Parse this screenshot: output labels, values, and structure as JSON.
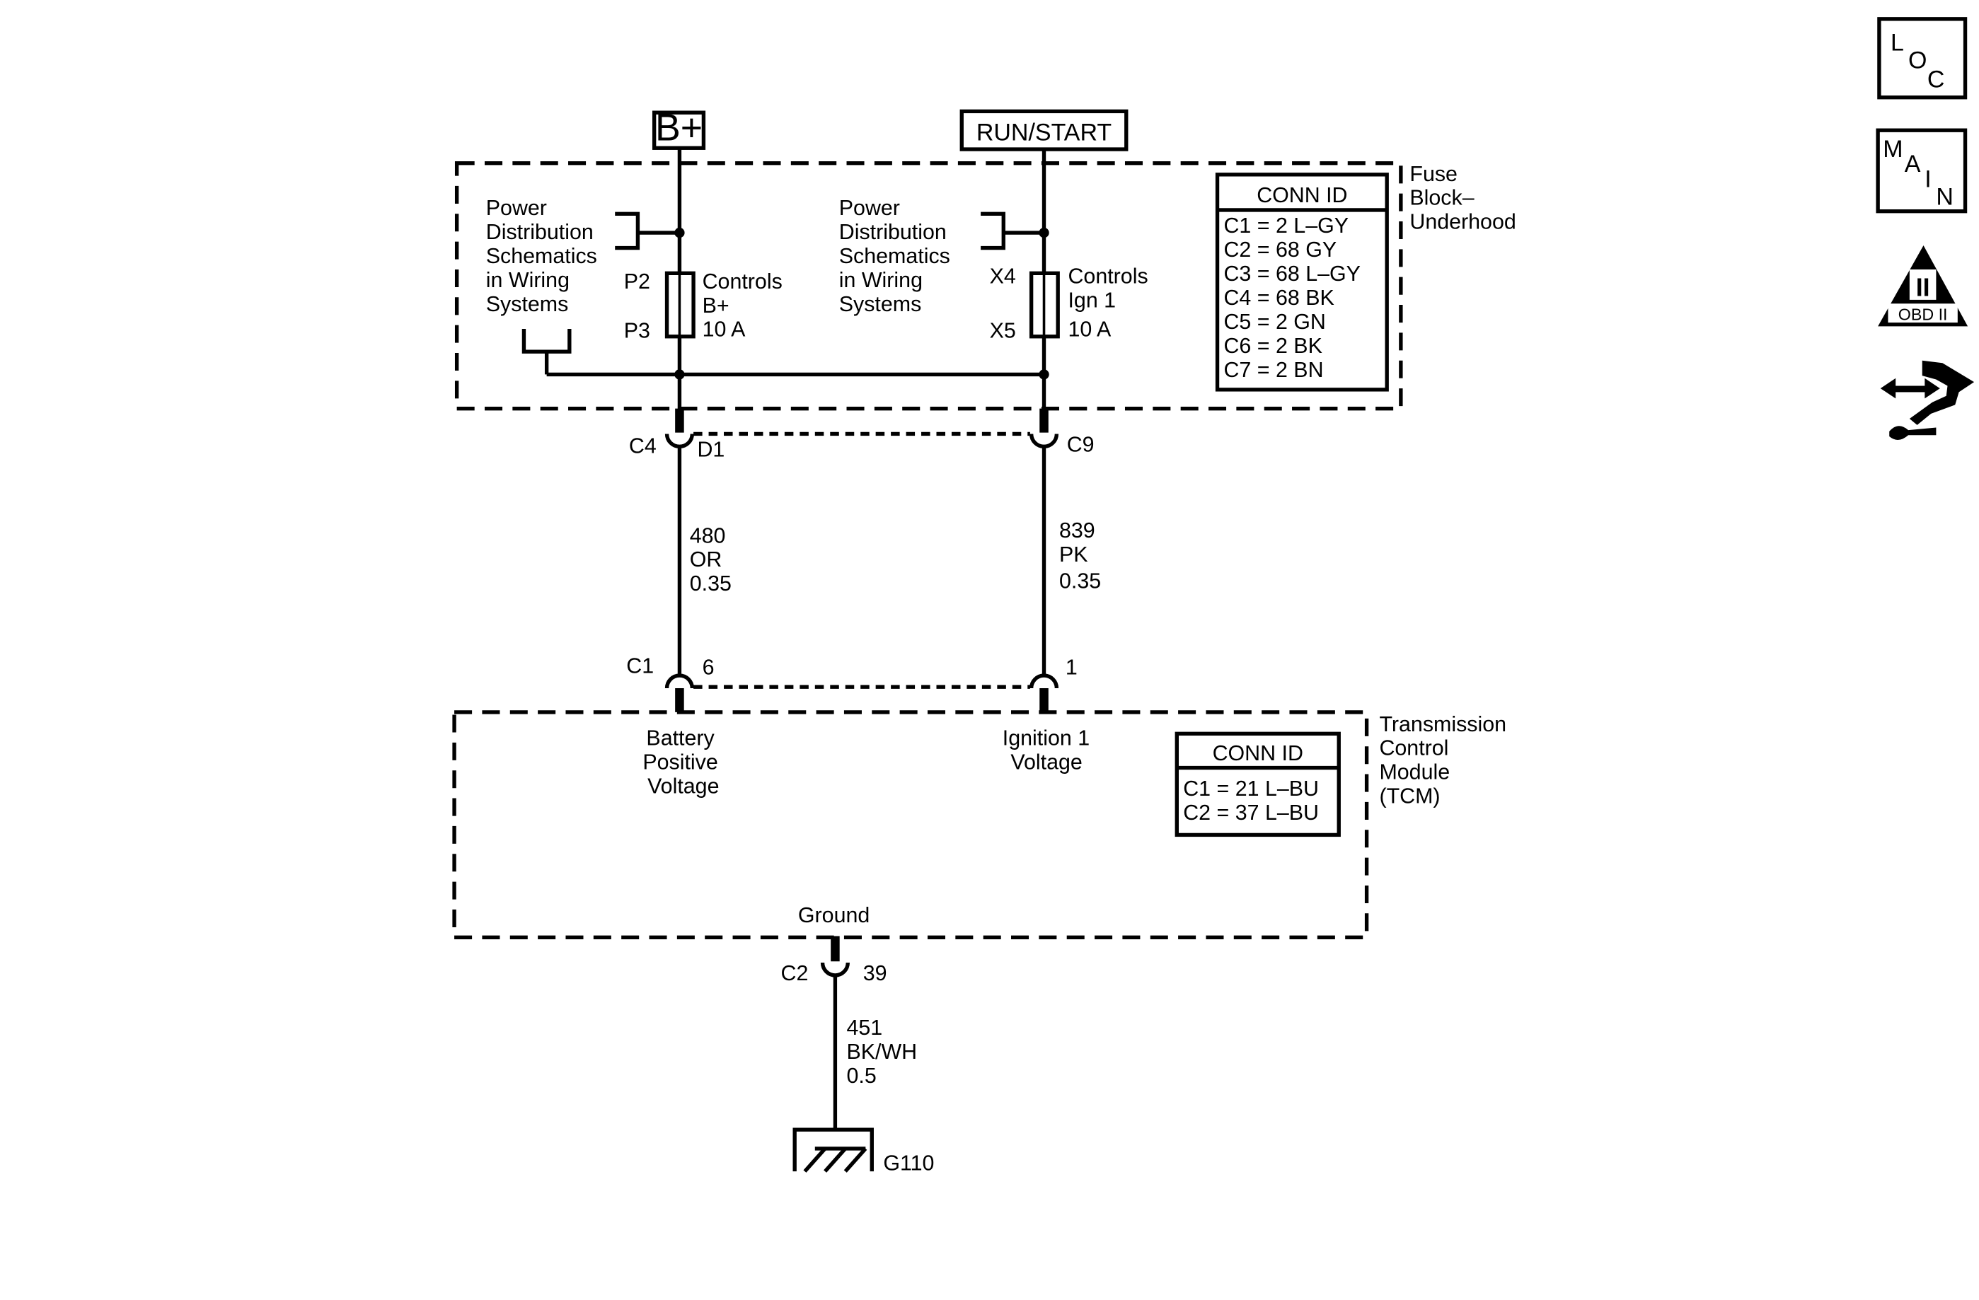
{
  "sources": {
    "bplus": "B+",
    "run_start": "RUN/START"
  },
  "fuse_block": {
    "title_lines": [
      "Fuse",
      "Block–",
      "Underhood"
    ],
    "left_ref_lines": [
      "Power",
      "Distribution",
      "Schematics",
      "in Wiring",
      "Systems"
    ],
    "right_ref_lines": [
      "Power",
      "Distribution",
      "Schematics",
      "in Wiring",
      "Systems"
    ],
    "fuse_b": {
      "pin_top": "P2",
      "pin_bottom": "P3",
      "label_lines": [
        "Controls",
        "B+",
        "10 A"
      ]
    },
    "fuse_ign": {
      "pin_top": "X4",
      "pin_bottom": "X5",
      "label_lines": [
        "Controls",
        "Ign 1",
        "10 A"
      ]
    },
    "conn_id": {
      "header": "CONN ID",
      "rows": [
        "C1 = 2 L–GY",
        "C2 = 68 GY",
        "C3 = 68 L–GY",
        "C4 = 68 BK",
        "C5 = 2 GN",
        "C6 = 2 BK",
        "C7 = 2 BN"
      ]
    },
    "connectors": {
      "left_conn": "C4",
      "left_pin": "D1",
      "right_conn": "C9"
    }
  },
  "wires": {
    "left": {
      "circuit": "480",
      "color": "OR",
      "gauge": "0.35"
    },
    "right": {
      "circuit": "839",
      "color": "PK",
      "gauge": "0.35"
    },
    "ground": {
      "circuit": "451",
      "color": "BK/WH",
      "gauge": "0.5"
    }
  },
  "tcm": {
    "title_lines": [
      "Transmission",
      "Control",
      "Module",
      "(TCM)"
    ],
    "conn_c1": "C1",
    "pin_left": "6",
    "pin_right": "1",
    "battery_label_lines": [
      "Battery",
      "Positive",
      "Voltage"
    ],
    "ignition_label_lines": [
      "Ignition 1",
      "Voltage"
    ],
    "ground_label": "Ground",
    "ground_conn": "C2",
    "ground_pin": "39",
    "conn_id": {
      "header": "CONN ID",
      "rows": [
        "C1 = 21 L–BU",
        "C2 = 37 L–BU"
      ]
    }
  },
  "ground_point": "G110",
  "nav": {
    "loc": [
      "L",
      "O",
      "C"
    ],
    "main": [
      "M",
      "A",
      "I",
      "N"
    ],
    "obd": {
      "numeral": "II",
      "label": "OBD II"
    },
    "icons": [
      "loc-button-icon",
      "main-button-icon",
      "obd-ii-icon",
      "service-procedure-icon"
    ]
  }
}
